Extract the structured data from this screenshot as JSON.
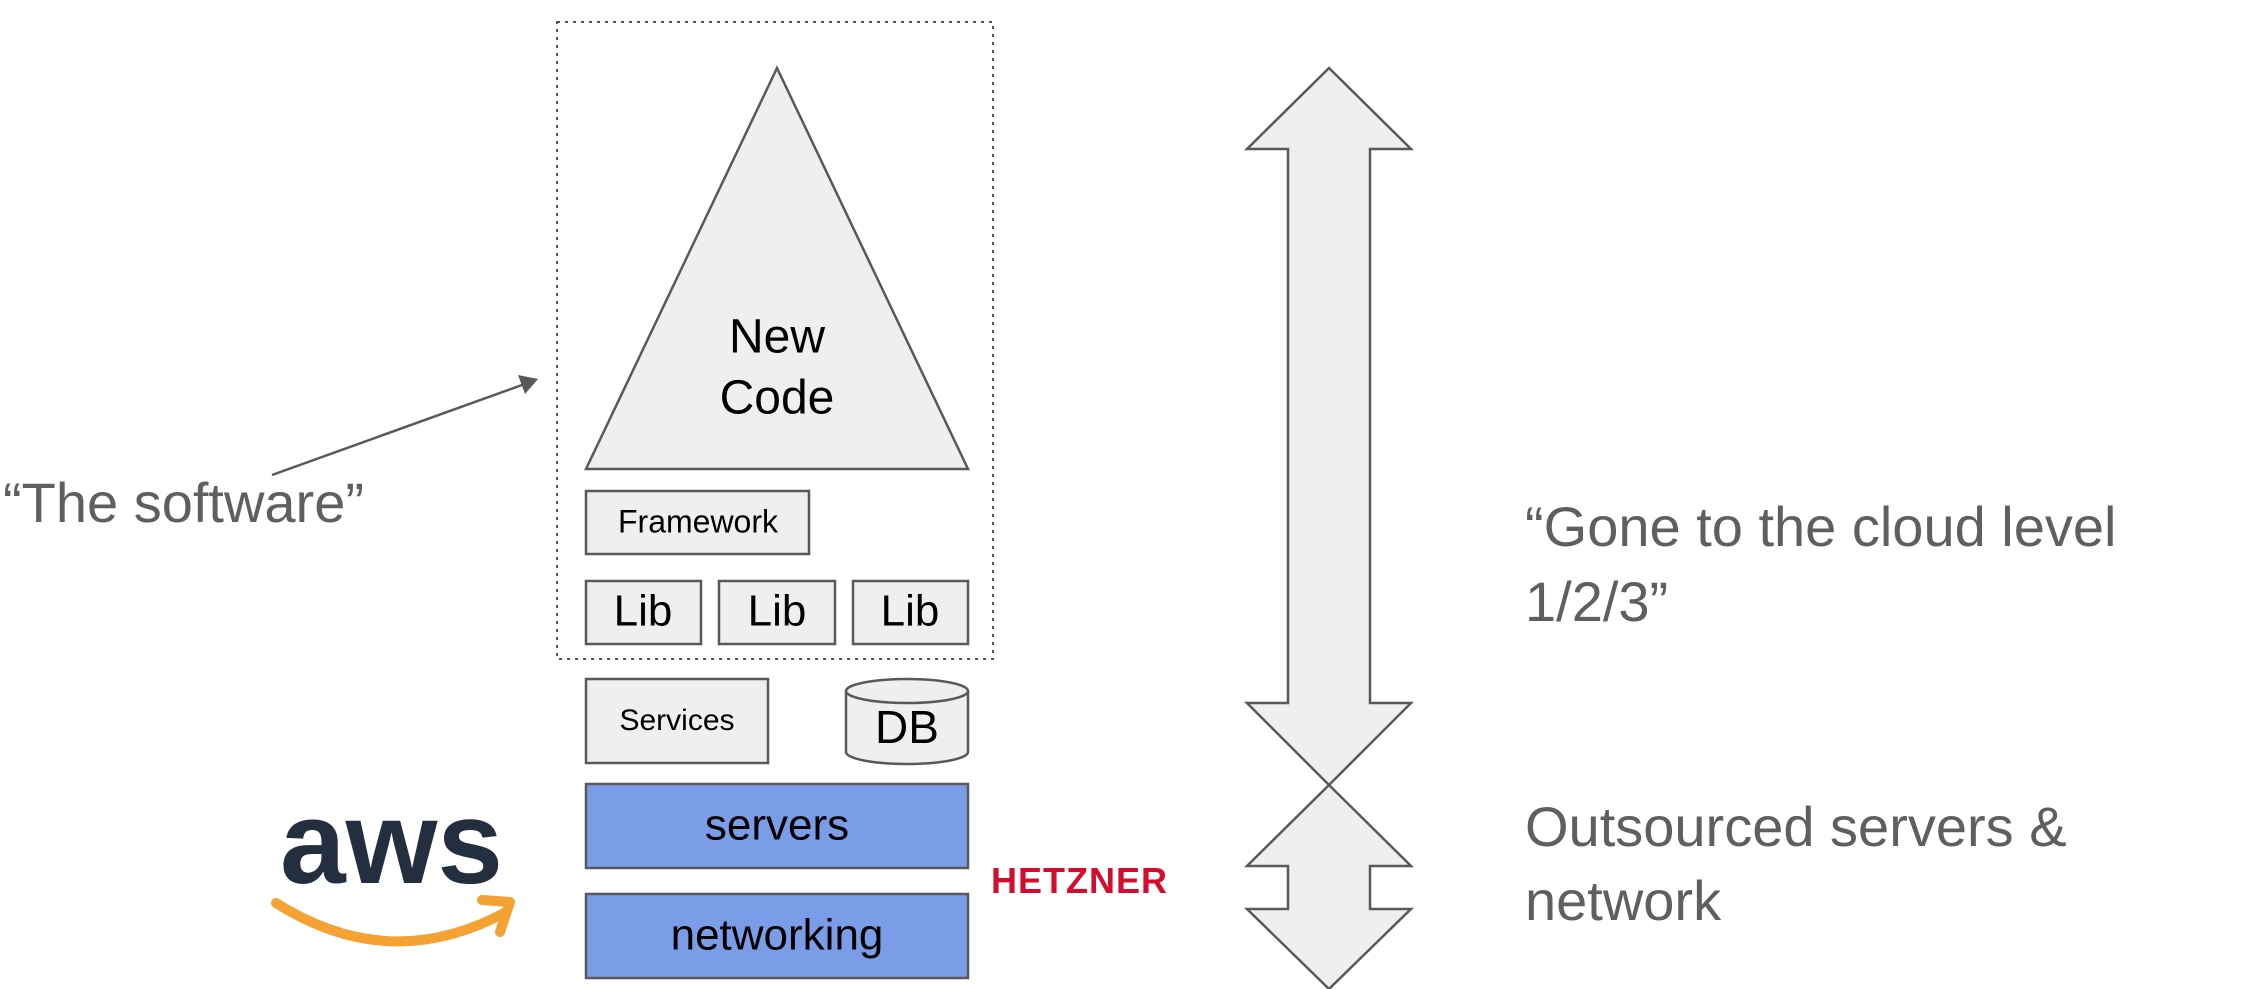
{
  "stack": {
    "new_code_line1": "New",
    "new_code_line2": "Code",
    "framework": "Framework",
    "libs": [
      "Lib",
      "Lib",
      "Lib"
    ],
    "services": "Services",
    "db": "DB",
    "servers": "servers",
    "networking": "networking"
  },
  "captions": {
    "software": "“The software”",
    "cloud_line1": "“Gone to the cloud level",
    "cloud_line2": "1/2/3”",
    "outsourced_line1": "Outsourced servers &",
    "outsourced_line2": "network"
  },
  "logos": {
    "aws": "aws",
    "hetzner": "HETZNER"
  },
  "colors": {
    "box_fill": "#efefef",
    "box_stroke": "#595959",
    "infra_fill": "#7b9de8",
    "caption_text": "#5f5f5f",
    "aws_text": "#232f3e",
    "aws_smile": "#f4a234",
    "hetzner": "#d50c2d"
  }
}
